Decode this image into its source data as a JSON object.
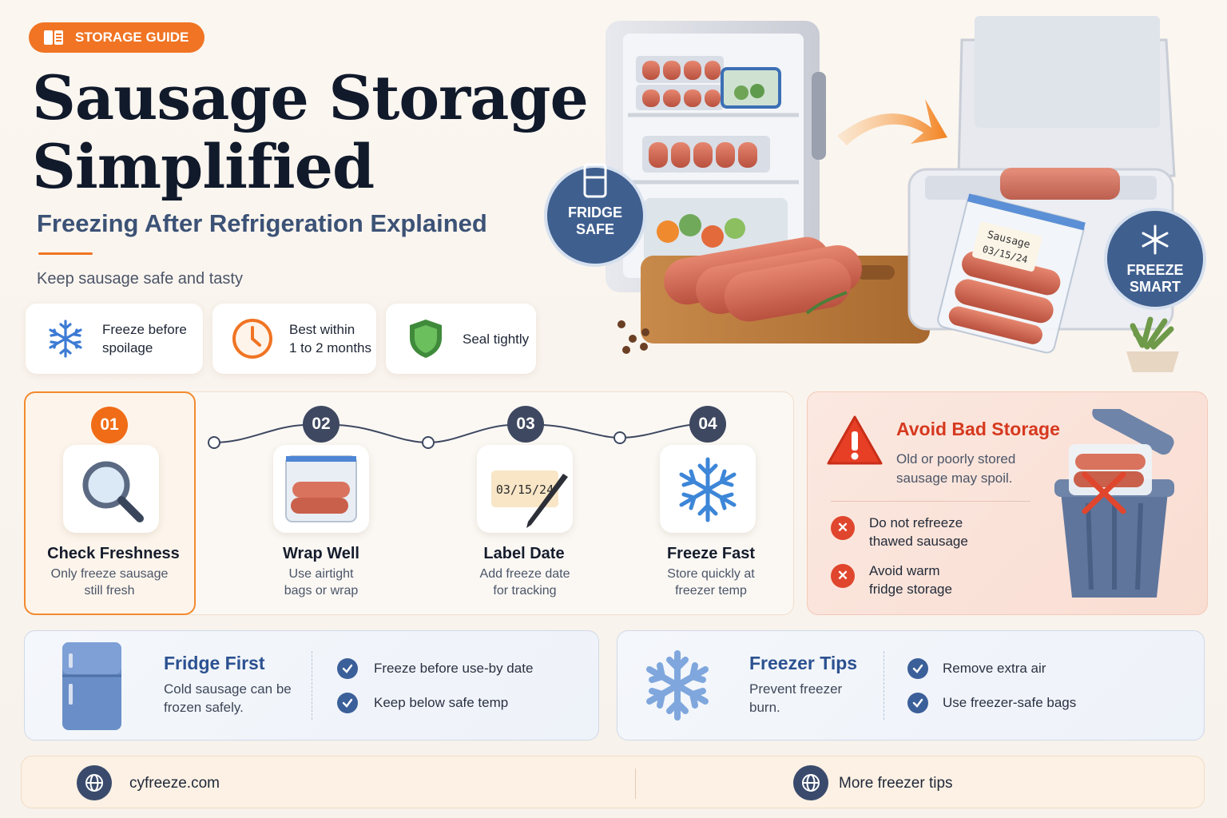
{
  "header": {
    "badge_label": "STORAGE GUIDE",
    "title_line1": "Sausage Storage",
    "title_line2": "Simplified",
    "subtitle": "Freezing After Refrigeration Explained",
    "tagline": "Keep sausage safe and tasty"
  },
  "features": [
    {
      "icon": "snowflake-icon",
      "line1": "Freeze before",
      "line2": "spoilage"
    },
    {
      "icon": "clock-icon",
      "line1": "Best within",
      "line2": "1 to 2 months"
    },
    {
      "icon": "shield-icon",
      "line1": "Seal tightly",
      "line2": ""
    }
  ],
  "hero": {
    "fridge_badge_line1": "FRIDGE",
    "fridge_badge_line2": "SAFE",
    "freeze_badge_line1": "FREEZE",
    "freeze_badge_line2": "SMART",
    "bag_label_line1": "Sausage",
    "bag_label_line2": "03/15/24"
  },
  "steps": [
    {
      "num": "01",
      "title": "Check Freshness",
      "desc1": "Only freeze sausage",
      "desc2": "still fresh",
      "icon": "magnifier-icon"
    },
    {
      "num": "02",
      "title": "Wrap Well",
      "desc1": "Use airtight",
      "desc2": "bags or wrap",
      "icon": "sausage-bag-icon"
    },
    {
      "num": "03",
      "title": "Label Date",
      "desc1": "Add freeze date",
      "desc2": "for tracking",
      "icon": "date-label-icon",
      "label": "03/15/24"
    },
    {
      "num": "04",
      "title": "Freeze Fast",
      "desc1": "Store quickly at",
      "desc2": "freezer temp",
      "icon": "snowflake-icon"
    }
  ],
  "avoid": {
    "title": "Avoid Bad Storage",
    "desc": "Old or poorly stored sausage may spoil.",
    "items": [
      {
        "line1": "Do not refreeze",
        "line2": "thawed sausage"
      },
      {
        "line1": "Avoid warm",
        "line2": "fridge storage"
      }
    ]
  },
  "fridge_tips": {
    "title": "Fridge First",
    "desc1": "Cold sausage can be",
    "desc2": "frozen safely.",
    "items": [
      "Freeze before use-by date",
      "Keep below safe temp"
    ]
  },
  "freezer_tips": {
    "title": "Freezer Tips",
    "desc1": "Prevent freezer",
    "desc2": "burn.",
    "items": [
      "Remove extra air",
      "Use freezer-safe bags"
    ]
  },
  "footer": {
    "left_text": "cyfreeze.com",
    "right_text": "More freezer tips"
  },
  "colors": {
    "accent_orange": "#f07423",
    "navy": "#3f5f8f",
    "danger_red": "#e0462d"
  }
}
